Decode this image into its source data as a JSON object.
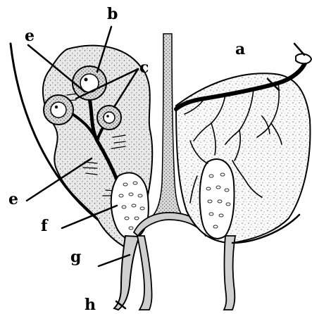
{
  "labels": {
    "a": "a",
    "b": "b",
    "c": "c",
    "e_top": "e",
    "e_mid": "e",
    "f": "f",
    "g": "g",
    "h": "h"
  }
}
